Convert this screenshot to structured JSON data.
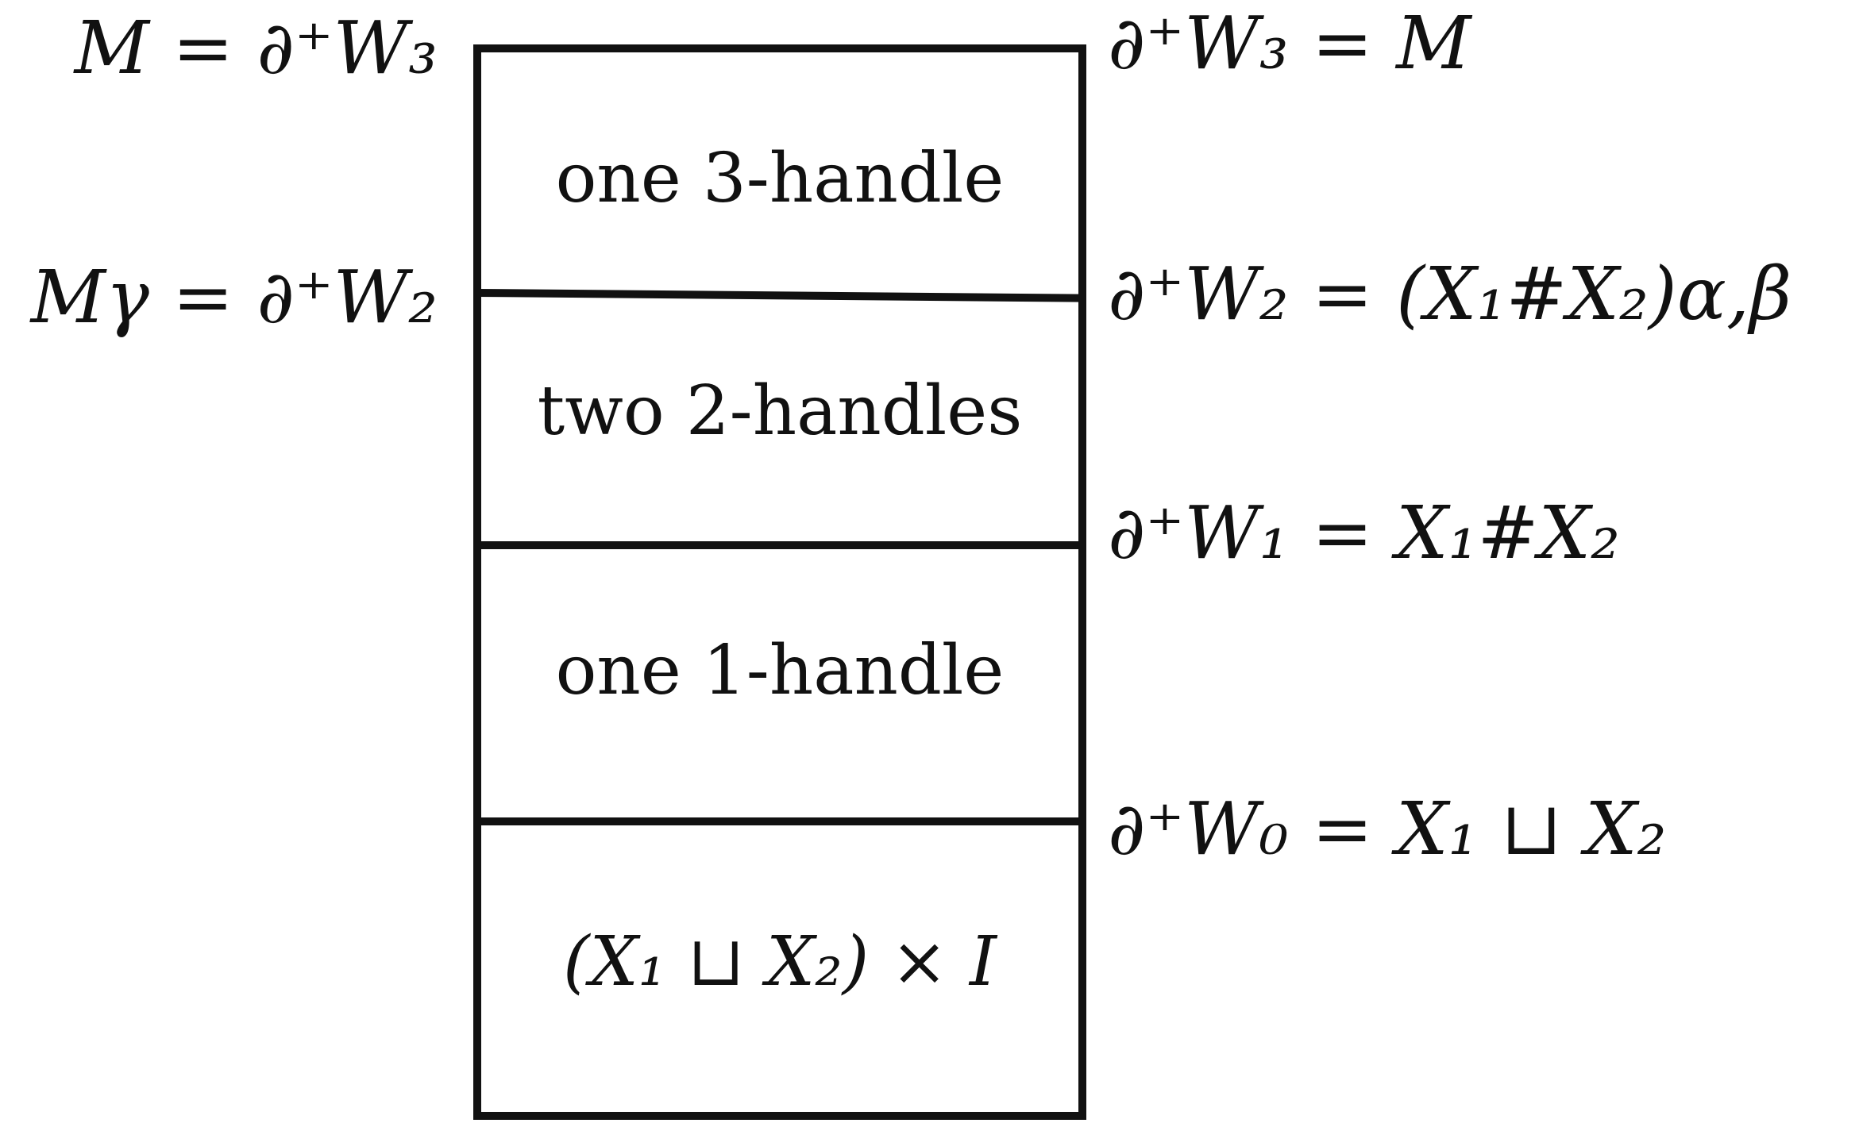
{
  "levels": [
    {
      "right": "∂⁺W₃ = M",
      "left": "M = ∂⁺W₃"
    },
    {
      "right": "∂⁺W₂ = (X₁#X₂)α,β",
      "left": "Mγ = ∂⁺W₂"
    },
    {
      "right": "∂⁺W₁ = X₁#X₂"
    },
    {
      "right": "∂⁺W₀ = X₁ ⊔ X₂"
    }
  ],
  "cells": [
    {
      "label": "one 3-handle"
    },
    {
      "label": "two 2-handles"
    },
    {
      "label": "one 1-handle"
    },
    {
      "label": "(X₁ ⊔ X₂) × I"
    }
  ]
}
